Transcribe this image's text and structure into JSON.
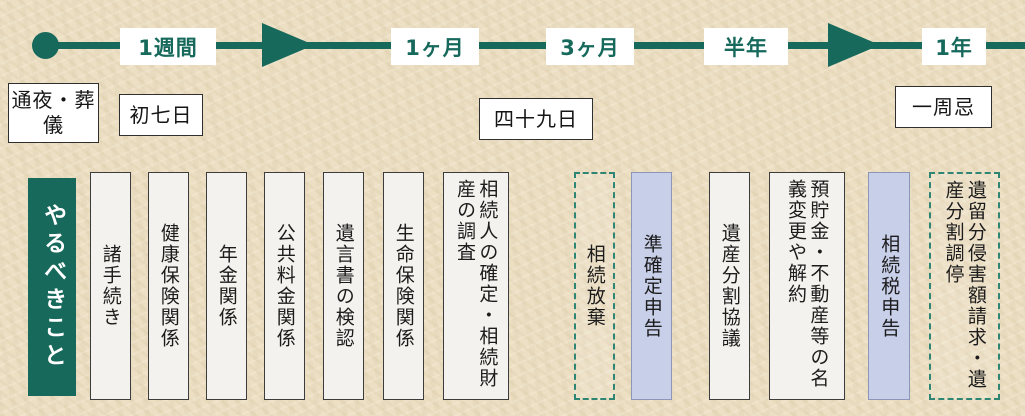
{
  "colors": {
    "teal": "#17695c",
    "lavender": "#c8cfe9",
    "background_beige": "#ecdfc3",
    "box_white": "#f3f2ee"
  },
  "timeline": {
    "milestones": [
      {
        "label": "1週間"
      },
      {
        "label": "1ヶ月"
      },
      {
        "label": "3ヶ月"
      },
      {
        "label": "半年"
      },
      {
        "label": "1年"
      }
    ],
    "events": [
      {
        "label": "通夜・葬儀"
      },
      {
        "label": "初七日"
      },
      {
        "label": "四十九日"
      },
      {
        "label": "一周忌"
      }
    ]
  },
  "tasks": {
    "header": "やるべきこと",
    "items": [
      {
        "label": "諸手続き",
        "style": "normal"
      },
      {
        "label": "健康保険関係",
        "style": "normal"
      },
      {
        "label": "年金関係",
        "style": "normal"
      },
      {
        "label": "公共料金関係",
        "style": "normal"
      },
      {
        "label": "遺言書の検認",
        "style": "normal"
      },
      {
        "label": "生命保険関係",
        "style": "normal"
      },
      {
        "label": "相続人の確定・相続財産の調査",
        "style": "normal"
      },
      {
        "label": "相続放棄",
        "style": "dashed"
      },
      {
        "label": "準確定申告",
        "style": "highlight"
      },
      {
        "label": "遺産分割協議",
        "style": "normal"
      },
      {
        "label": "預貯金・不動産等の名義変更や解約",
        "style": "normal"
      },
      {
        "label": "相続税申告",
        "style": "highlight"
      },
      {
        "label": "遺留分侵害額請求・遺産分割調停",
        "style": "dashed"
      }
    ]
  }
}
